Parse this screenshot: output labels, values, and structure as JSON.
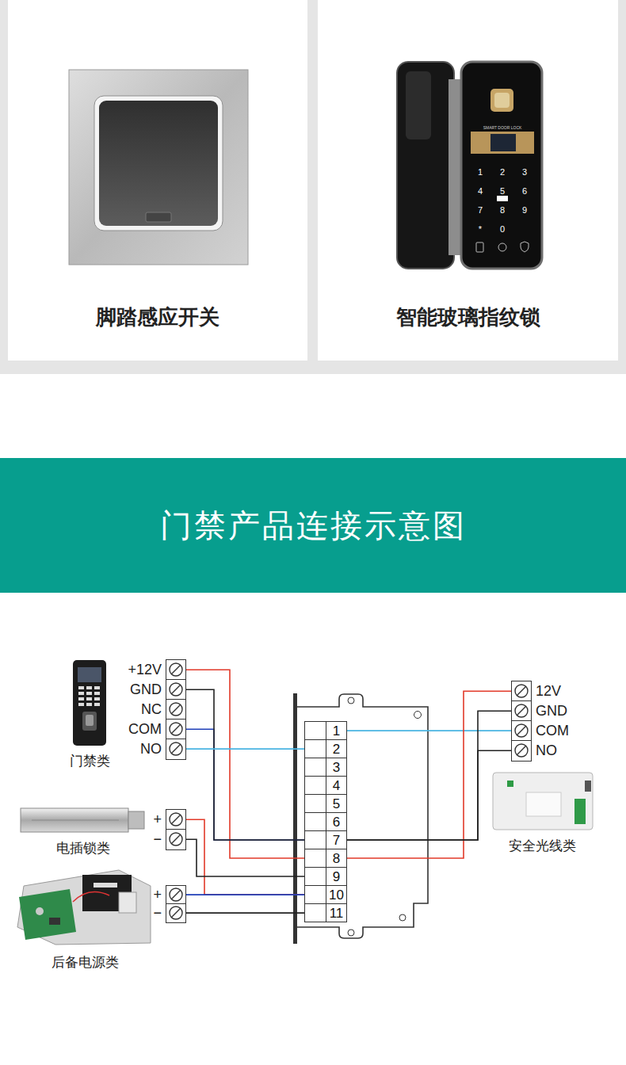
{
  "diagram": {
    "title": "门禁产品连接示意图",
    "nodes": [
      {
        "text": [
          "脚踏感应开关"
        ]
      },
      {
        "text": [
          "智能玻璃指纹锁"
        ]
      },
      {
        "text": [
          "+12V"
        ]
      },
      {
        "text": [
          "GND"
        ]
      },
      {
        "text": [
          "NC"
        ]
      },
      {
        "text": [
          "COM"
        ]
      },
      {
        "text": [
          "NO"
        ]
      },
      {
        "text": [
          "1"
        ]
      },
      {
        "text": [
          "2"
        ]
      },
      {
        "text": [
          "3"
        ]
      },
      {
        "text": [
          "4"
        ]
      },
      {
        "text": [
          "5"
        ]
      },
      {
        "text": [
          "6"
        ]
      },
      {
        "text": [
          "7"
        ]
      },
      {
        "text": [
          "8"
        ]
      },
      {
        "text": [
          "9"
        ]
      },
      {
        "text": [
          "10"
        ]
      },
      {
        "text": [
          "11"
        ]
      },
      {
        "text": [
          "12V"
        ]
      },
      {
        "text": [
          "GND"
        ]
      },
      {
        "text": [
          "COM"
        ]
      },
      {
        "text": [
          "NO"
        ]
      },
      {
        "text": [
          "+"
        ]
      },
      {
        "text": [
          "−"
        ]
      },
      {
        "text": [
          "+"
        ]
      },
      {
        "text": [
          "−"
        ]
      }
    ],
    "edges": [
      {
        "from": 2,
        "to": 14,
        "arrow": "none"
      },
      {
        "from": 5,
        "to": 13,
        "arrow": "none"
      },
      {
        "from": 3,
        "to": 13,
        "arrow": "none"
      },
      {
        "from": 6,
        "to": 8,
        "arrow": "none"
      },
      {
        "from": 20,
        "to": 7,
        "arrow": "none"
      },
      {
        "from": 18,
        "to": 14,
        "arrow": "none"
      },
      {
        "from": 21,
        "to": 13,
        "arrow": "none"
      },
      {
        "from": 19,
        "to": 13,
        "arrow": "none"
      },
      {
        "from": 22,
        "to": 16,
        "arrow": "none"
      },
      {
        "from": 23,
        "to": 15,
        "arrow": "none"
      },
      {
        "from": 24,
        "to": 16,
        "arrow": "none"
      },
      {
        "from": 25,
        "to": 17,
        "arrow": "none"
      }
    ],
    "labels": [
      "SMART DOOR LOCK",
      "1",
      "2",
      "3",
      "4",
      "5",
      "6",
      "7",
      "8",
      "9",
      "*",
      "0",
      "门禁类",
      "电插锁类",
      "后备电源类",
      "安全光线类"
    ]
  }
}
